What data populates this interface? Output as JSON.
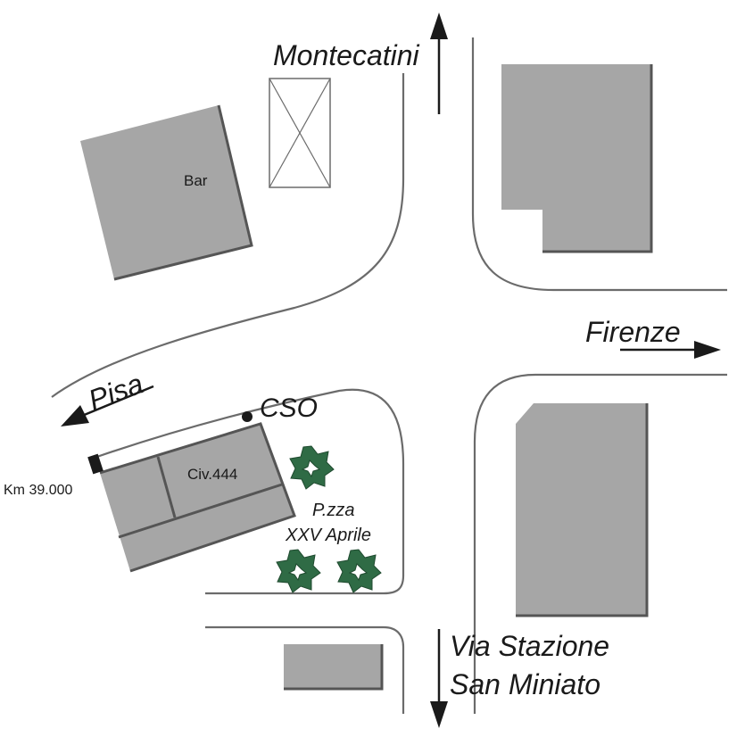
{
  "labels": {
    "north": "Montecatini",
    "east": "Firenze",
    "west": "Pisa",
    "south_line1": "Via Stazione",
    "south_line2": "San Miniato",
    "bar": "Bar",
    "cso": "CSO",
    "civic": "Civ.444",
    "km": "Km 39.000",
    "square_line1": "P.zza",
    "square_line2": "XXV Aprile"
  },
  "colors": {
    "building": "#a6a6a6",
    "tree": "#2f6b45",
    "road_edge": "#6b6b6b"
  }
}
